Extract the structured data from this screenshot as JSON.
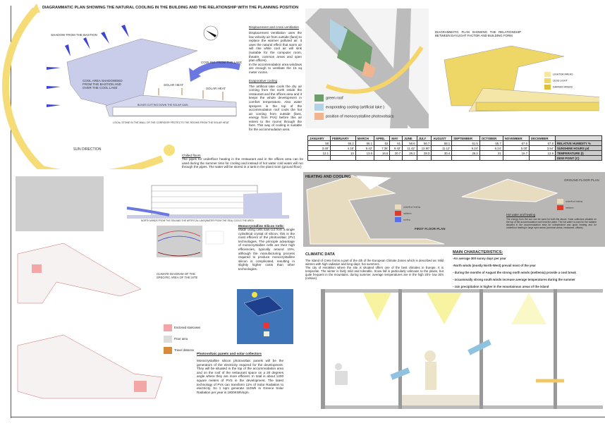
{
  "main_title": "DIAGRAMMATIC PLAN SHOWING THE NATURAL COOLING IN THE BUILDING AND THE RELATIONSHIP WITH THE PLANNING POSITION",
  "cooling_plan": {
    "labels": [
      "SHADOW FROM THE BASTION",
      "COOLING FROM THE LAKE",
      "COOL AREA SHADOWDED FROM THE BASTION AND OVER THE COOL LAKE",
      "SOLAR HEAT",
      "SOLAR HEAT",
      "BLINDS CUTTING DOWN THE SOLAR GAIN",
      "LOCAL STONE IN THE WALL OF THE CORRIDOR PROTECTS THE ROOMS FROM THE SOLAR HEAT",
      "SUN DIRECTION"
    ]
  },
  "ventilation": {
    "title": "Displacement and cross ventilation",
    "p1": "Displacement ventilation uses the low velocity air from outside (fans) to replace the warmer polluted air. It uses the natural effect that warm air will rise while cool air will sink (suitable for the computer room, theatre, common areas and open plan offices).",
    "p2": "In the accommodation area windows are enough to ventilate the 15 sq meter rooms.",
    "title2": "Evaporative cooling",
    "p3": "The artificial lake cools the dry air coming from the north inside the restaurant and the offices area and it keeps the whole development in comfort temperature. Also water sprayers in the top of the accommodation roof cools the hot air coming from outside (fans, energy from PVs) before this air enters to the rooms through the fans. This way of cooling is suitable for the accommodation area."
  },
  "chilled": {
    "title": "Chilled floors",
    "text": "The pipes for underfloor heating in the restaurant and in the offices area can be used during the summer time for cooling and instead of hot water cold water will run through the pipes. The water will be stored in a tank in the plant room (ground floor)"
  },
  "site_legend": [
    {
      "label": "green roof",
      "color": "#6e9c6a"
    },
    {
      "label": "evaporating cooling (artificial lake )",
      "color": "#b3d2e4"
    },
    {
      "label": "position of monocrystalline photovoltaics",
      "color": "#f0b48f"
    }
  ],
  "daylight": {
    "title": "DIAGRAMMATIC PLAN SHOWING THE RELATIONSHIP BETWEEN DAYLIGHT FACTOR AND BUILDING FORM",
    "legend": [
      {
        "label": "LIGHTER AREAS",
        "color": "#f3e6a6"
      },
      {
        "label": "LESS LIGHT",
        "color": "#eed766"
      },
      {
        "label": "DARKER AREAS",
        "color": "#e0bd3a"
      }
    ]
  },
  "climate_table": {
    "months": [
      "JANUARY",
      "FEBRUARY",
      "MARCH",
      "APRIL",
      "MAY",
      "JUNE",
      "JULY",
      "AUGUST",
      "SEPTEMBER",
      "OCTOBER",
      "NOVEMBER",
      "DECEMBER"
    ],
    "rows": [
      {
        "label": "RELATIVE HUMIDITY %",
        "values": [
          "58",
          "66.2",
          "66.1",
          "62",
          "61",
          "56.6",
          "56.7",
          "58.1",
          "61.5",
          "65.7",
          "67.6",
          "67.8"
        ]
      },
      {
        "label": "SUNSHINE HOURS pd",
        "values": [
          "3.48'",
          "4.18'",
          "5.42'",
          "7.36'",
          "9.42'",
          "11.42'",
          "12.90'",
          "11.12'",
          "9.24'",
          "6.24'",
          "5.00'",
          "3.54'"
        ]
      },
      {
        "label": "TEMPERATURE (I)",
        "values": [
          "12.1",
          "13",
          "13.6",
          "16.6",
          "20.7",
          "26.2",
          "28.3",
          "30.4",
          "26.2",
          "21",
          "16.7",
          "13.9"
        ]
      },
      {
        "label": "DEW POINT (C)",
        "values": [
          "",
          "",
          "",
          "",
          "",
          "",
          "",
          "",
          "",
          "",
          "",
          ""
        ]
      }
    ]
  },
  "section_caption": "NORTH WINDS FROM THE SEA AND THE ARTIFICAL LAKE(WATER FROM THE SEA) COOLS THE AREA",
  "heating": {
    "title": "HEATING AND COOLING",
    "first_floor": "FIRST FLOOR PLAN",
    "ground_floor": "GROUND FLOOR PLAN",
    "legend": [
      {
        "label": "underfloor heating",
        "color": "#e8dcc0"
      },
      {
        "label": "radiators",
        "color": "#e03a2a"
      },
      {
        "label": "cooling",
        "color": "#5a6fe0"
      }
    ],
    "legend2": [
      {
        "label": "underfloor heating",
        "color": "#e8dcc0"
      },
      {
        "label": "radiators",
        "color": "#e03a2a"
      }
    ],
    "hw_title": "Hot water and heating",
    "hw_text": "The energy from the sun can be used for both the above. Solar collectors situated on the top of the accommodation roof heat the water. The hot water is used for the radiator situated in the accommodation area for independent and quick heating and for underfloor heating in large open areas (common areas, restaurant, offices)."
  },
  "climate_diagram_caption": "CLIMATE DIAGRAM OF THE SPECIFIC AREA OF THE SITE",
  "mono": {
    "title": "Monocrystalline Silicon Cells:",
    "text": "Made using cells saw-cut from a single cylindrical crystal of silicon, this is the most efficient of the photovoltaic (PV) technologies. The principle advantage of monocrystalline cells are their high efficiencies, typically around 15%, although the manufacturing process required to produce monocrystalline silicon is complicated, resulting in slightly higher costs than other technologies."
  },
  "climatic": {
    "title": "CLIMATIC DATA",
    "p1": "The island of Crete forms a part of the 4th of the European Climate Zones which is described as: Mild winters with high radiation and long days; hot summers.",
    "p2": "The city of Heraklion where the site is situated offers one of the best climates in Europe. It is temperate. The winter is fairly mild and tolerable. Snow fall is particularly unknown to the plains, but quite frequent in the mountains. during summer, average temperatures are in the high 20's- low 30's (celsius)."
  },
  "characteristics": {
    "title": "MAIN CHARACTERISTICS:",
    "items": [
      "-An average 300 sunny days per year",
      "-North winds (mostly North-West) prevail most of the year",
      "- during the months of August the strong north winds (meltemia) provide a cool break",
      "- occasionally strong south winds increase average temperatures during the summer",
      "- rain precipitation is higher in the mountainous areas of the island"
    ]
  },
  "fire_legend": [
    {
      "label": "Enclosed staircases",
      "color": "#f2a6a6"
    },
    {
      "label": "Floor area",
      "color": "#dcdcdc"
    },
    {
      "label": "Travel distance",
      "color": "#d88a3a"
    }
  ],
  "pv": {
    "title": "Photovoltaic panels and solar collectors",
    "text": "Monocrystalline silicon photovoltaic panels will be the generators of the electricity required for the development. They will be situated in the top of the accommodation area and on the roof of the restaurant space on a 30 degrees angle where they are more efficient. In total is about 1200 square meters of PVS in the development. The latest technology of PVs can transform 11% of Solar Radiation to electricity. So 1 sqm generate 110Wh In Greece Solar Radiation per year is 1800KWh/sqm."
  }
}
